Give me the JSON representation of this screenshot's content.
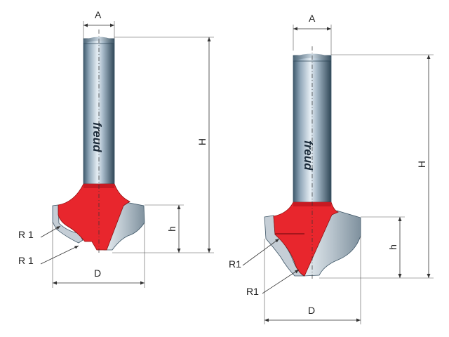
{
  "brand": {
    "logo_text": "freud"
  },
  "bit_left": {
    "labels": {
      "A": "A",
      "H": "H",
      "h": "h",
      "D": "D",
      "R1_top": "R 1",
      "R1_bottom": "R 1"
    }
  },
  "bit_right": {
    "labels": {
      "A": "A",
      "H": "H",
      "h": "h",
      "D": "D",
      "R1_top": "R1",
      "R1_bottom": "R1"
    }
  },
  "colors": {
    "cutter_red": "#e8262d",
    "shank_blue": "#8fa6b8",
    "carbide_grey": "#c5ced6"
  }
}
